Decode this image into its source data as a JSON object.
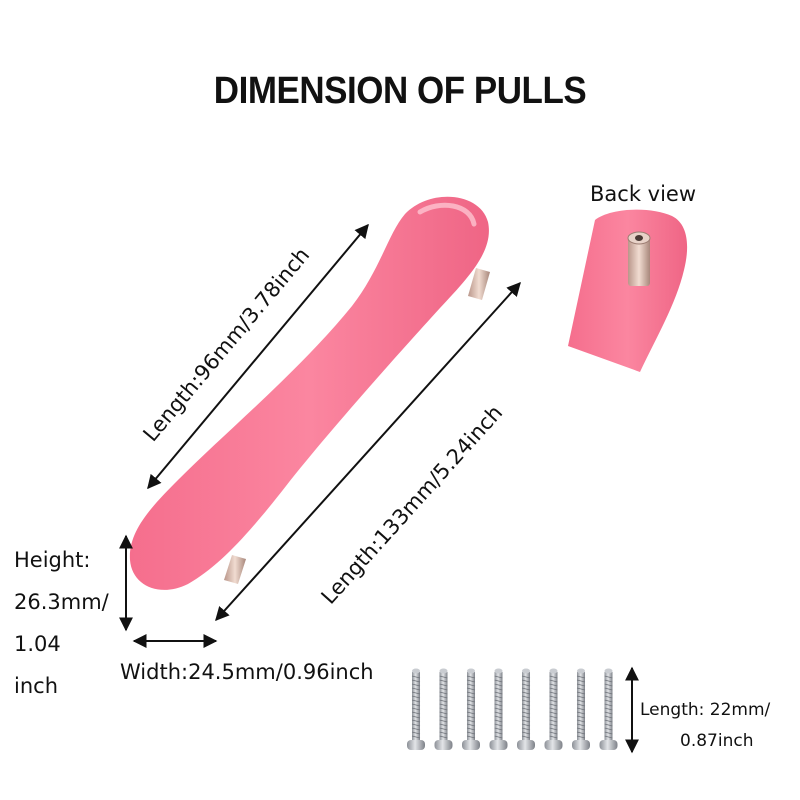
{
  "title": "DIMENSION OF PULLS",
  "back_view_label": "Back view",
  "labels": {
    "hole_length": "Length:96mm/3.78inch",
    "total_length": "Length:133mm/5.24inch",
    "height_line1": "Height:",
    "height_line2": "26.3mm/",
    "height_line3": "1.04",
    "height_line4": "inch",
    "width": "Width:24.5mm/0.96inch",
    "screw_length_line1": "Length: 22mm/",
    "screw_length_line2": "0.87inch"
  },
  "colors": {
    "pull_pink": "#f7728f",
    "pin_metal": "#d8b7a8",
    "screw_steel": "#b9bcc2"
  },
  "screw_count": 8
}
